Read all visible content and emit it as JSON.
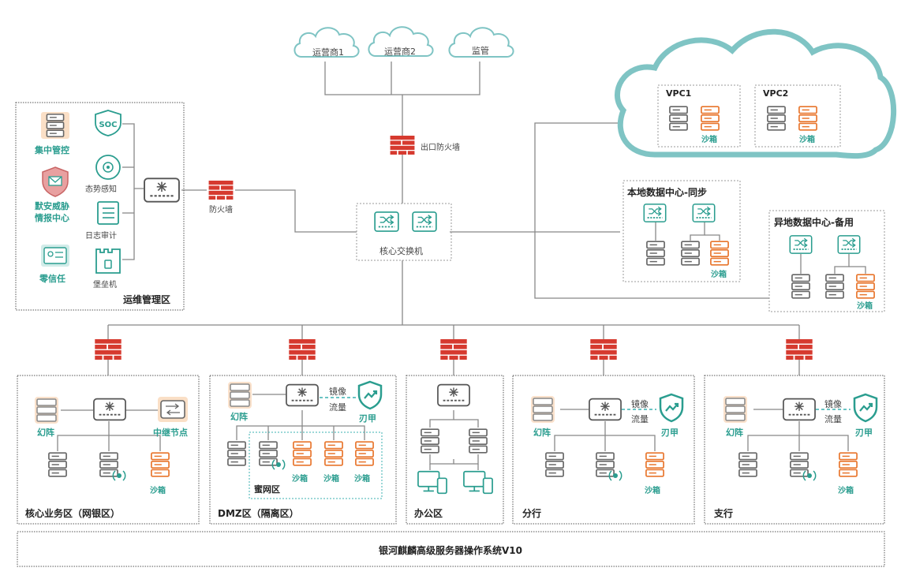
{
  "clouds": {
    "isp1": "运营商1",
    "isp2": "运营商2",
    "regulator": "监管"
  },
  "exit_firewall": "出口防火墙",
  "firewall": "防火墙",
  "core_switch": "核心交换机",
  "ops": {
    "zone_label": "运维管理区",
    "central_mgmt": "集中管控",
    "threat_intel_line1": "默安威胁",
    "threat_intel_line2": "情报中心",
    "zero_trust": "零信任",
    "soc": "SOC",
    "situation": "态势感知",
    "log_audit": "日志审计",
    "bastion": "堡垒机"
  },
  "cloud_vpc": {
    "vpc1": "VPC1",
    "vpc2": "VPC2",
    "sandbox": "沙箱"
  },
  "dc_local": {
    "title": "本地数据中心-同步",
    "sandbox": "沙箱"
  },
  "dc_remote": {
    "title": "异地数据中心-备用",
    "sandbox": "沙箱"
  },
  "zones": {
    "core": {
      "label": "核心业务区（网银区）",
      "huanzhen": "幻阵",
      "relay": "中继节点",
      "sandbox": "沙箱"
    },
    "dmz": {
      "label": "DMZ区（隔离区）",
      "huanzhen": "幻阵",
      "mirror": "镜像",
      "flow": "流量",
      "renjia": "刃甲",
      "honeynet": "蜜网区",
      "sandbox": "沙箱"
    },
    "office": {
      "label": "办公区"
    },
    "branch": {
      "label": "分行",
      "huanzhen": "幻阵",
      "mirror": "镜像",
      "flow": "流量",
      "renjia": "刃甲",
      "sandbox": "沙箱"
    },
    "subbranch": {
      "label": "支行",
      "huanzhen": "幻阵",
      "mirror": "镜像",
      "flow": "流量",
      "renjia": "刃甲",
      "sandbox": "沙箱"
    }
  },
  "os_bar": "银河麒麟高级服务器操作系统V10",
  "colors": {
    "teal": "#2a9d8f",
    "orange": "#e8742a",
    "red": "#d63a2f",
    "gray": "#666666",
    "cloud": "#7fc4c4"
  }
}
